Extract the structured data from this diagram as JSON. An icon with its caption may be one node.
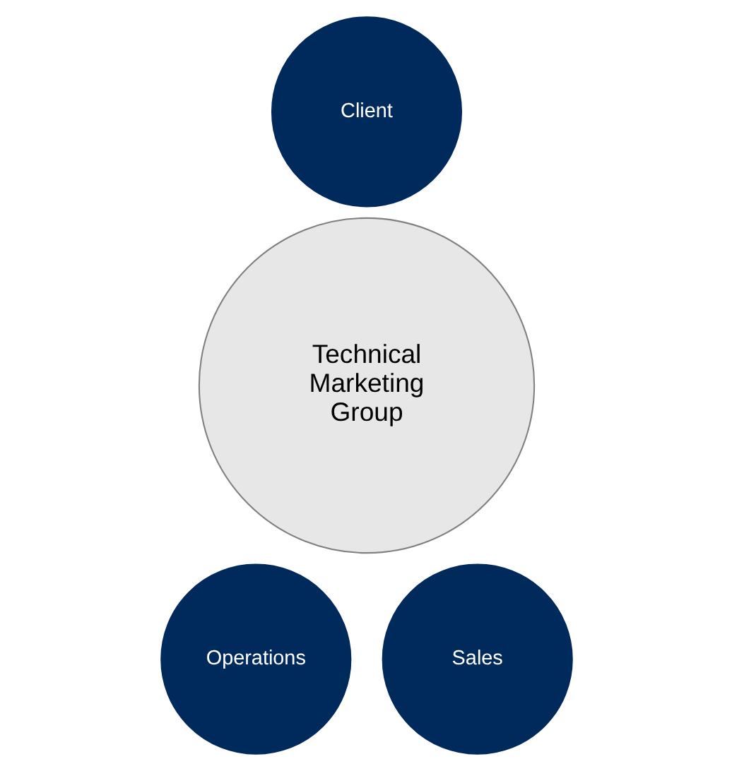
{
  "diagram": {
    "nodes": [
      {
        "text": [
          "Client"
        ]
      },
      {
        "text": [
          "Technical Marketing Group"
        ]
      },
      {
        "text": [
          "Operations"
        ]
      },
      {
        "text": [
          "Sales"
        ]
      }
    ]
  }
}
